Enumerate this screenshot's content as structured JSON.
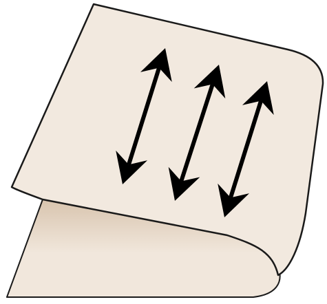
{
  "figure": {
    "icon": "folded-paper-with-double-headed-arrows",
    "arrow_count": 3,
    "arrow_style": "double-headed",
    "colors": {
      "paper_front": "#f2e9df",
      "paper_back_light": "#f1e7dc",
      "paper_back_shade": "#d8c4ae",
      "outline": "#1a1a1a",
      "arrow": "#000000"
    }
  }
}
